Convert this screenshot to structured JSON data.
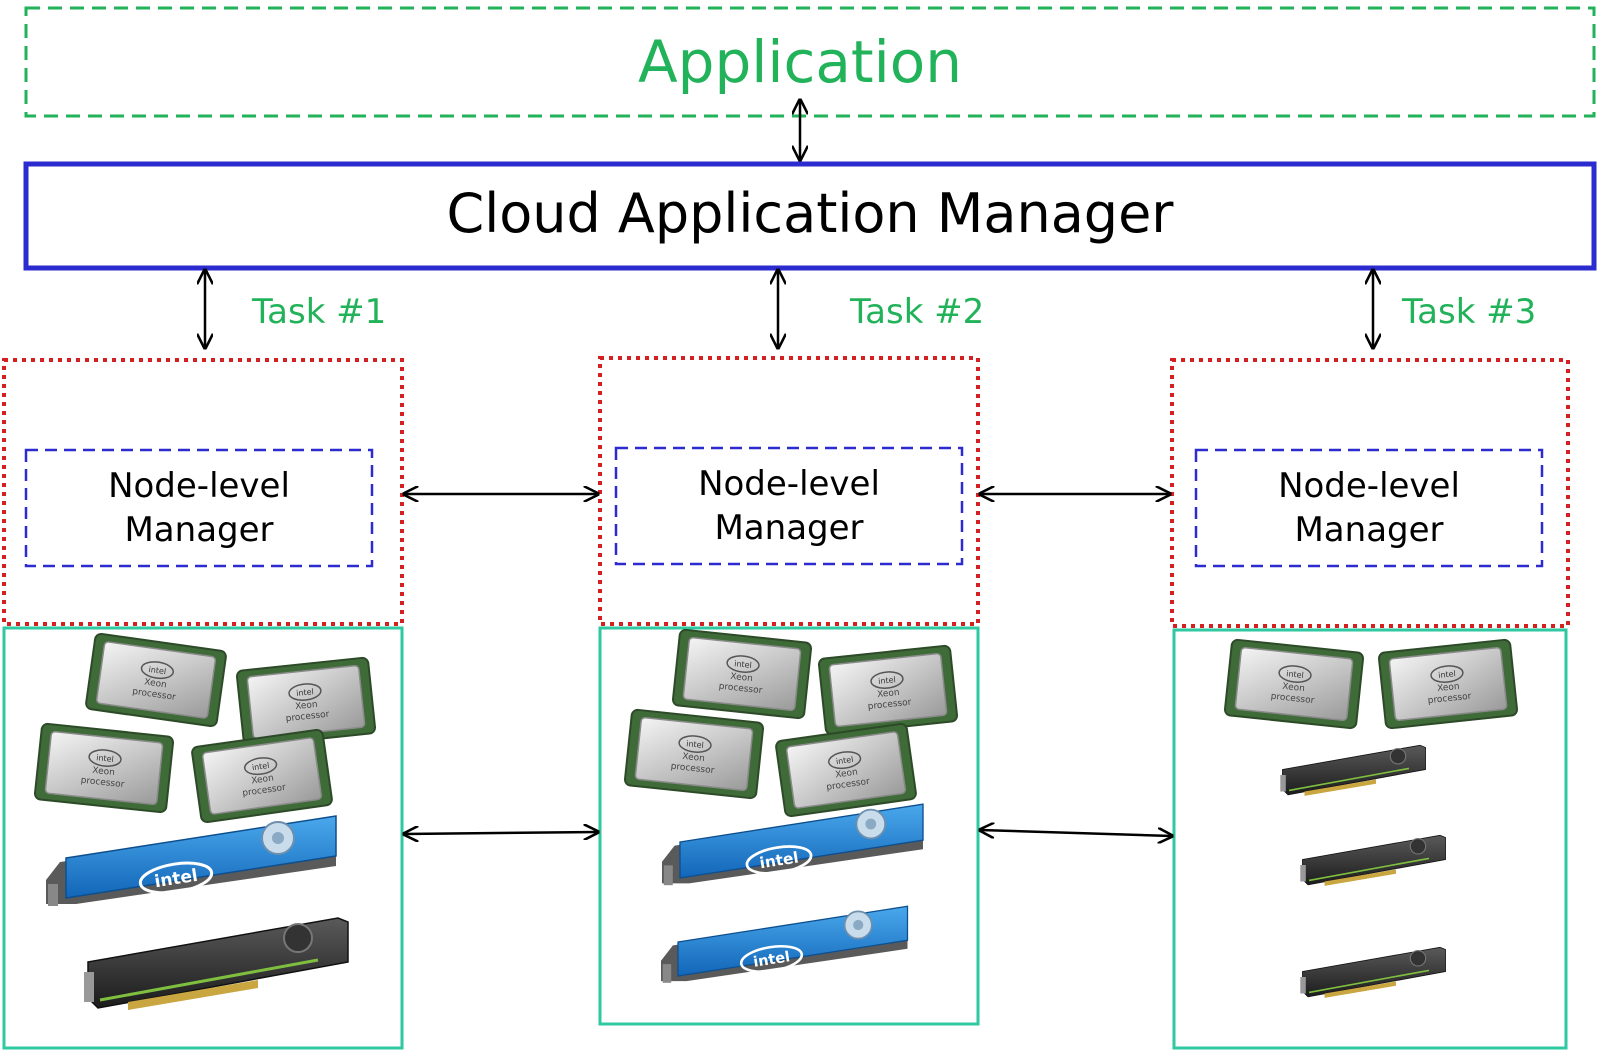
{
  "application": {
    "label": "Application"
  },
  "manager": {
    "label": "Cloud Application Manager"
  },
  "tasks": [
    {
      "label": "Task #1"
    },
    {
      "label": "Task #2"
    },
    {
      "label": "Task #3"
    }
  ],
  "nodes": [
    {
      "manager_label_line1": "Node-level",
      "manager_label_line2": "Manager",
      "cpus": 4,
      "blue_accelerators": 1,
      "gpus": 1
    },
    {
      "manager_label_line1": "Node-level",
      "manager_label_line2": "Manager",
      "cpus": 4,
      "blue_accelerators": 2,
      "gpus": 0
    },
    {
      "manager_label_line1": "Node-level",
      "manager_label_line2": "Manager",
      "cpus": 2,
      "blue_accelerators": 0,
      "gpus": 3
    }
  ],
  "cpu_chip": {
    "brand": "intel",
    "line1": "Xeon",
    "line2": "processor"
  },
  "accelerator": {
    "brand": "intel"
  },
  "colors": {
    "application_border": "#22b35a",
    "manager_border": "#2b2bd0",
    "node_border": "#d42020",
    "node_manager_border": "#2b2bd0",
    "hardware_border": "#2ec9a0",
    "task_text": "#22b35a"
  }
}
